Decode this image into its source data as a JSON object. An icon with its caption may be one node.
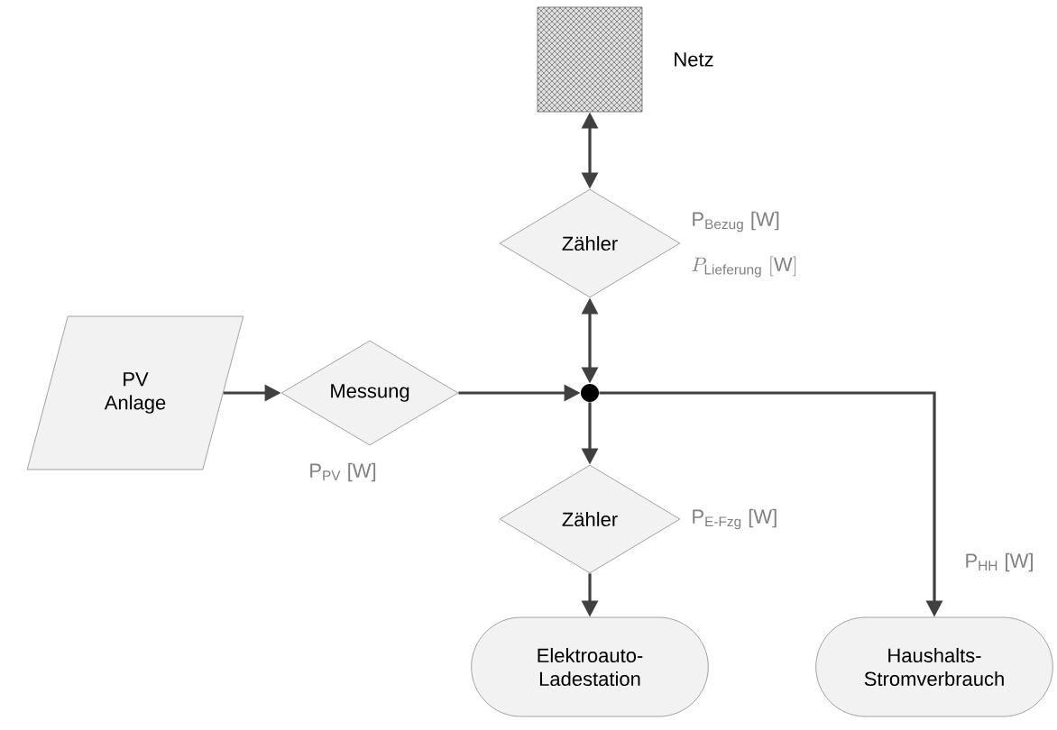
{
  "diagram": {
    "nodes": [
      {
        "text": [],
        "shape": "box",
        "beside": [
          "Netz"
        ]
      },
      {
        "text": [
          "Zähler"
        ],
        "beside": [
          "P$_{Bezug}$ [W]",
          "P_{\\mathrm{Lieferung}}\\ [\\mathrm{W}]"
        ]
      },
      {
        "text": [
          "PV Anlage"
        ]
      },
      {
        "text": [
          "Messung"
        ],
        "beside": [
          "P$_{PV}$ [W]"
        ]
      },
      {
        "text": [],
        "shape": "circle"
      },
      {
        "text": [
          "Zähler"
        ],
        "beside": [
          "P$_{E-Fzg}$ [W]"
        ]
      },
      {
        "text": [
          "Elektroauto-Ladestation"
        ]
      },
      {
        "text": [
          "Haushalts-Stromverbrauch"
        ]
      }
    ],
    "edges": [
      {
        "from": 0,
        "to": 1,
        "arrow": "both"
      },
      {
        "from": 1,
        "to": 4,
        "arrow": "both"
      },
      {
        "from": 2,
        "to": 3,
        "arrow": "to"
      },
      {
        "from": 3,
        "to": 4,
        "arrow": "to"
      },
      {
        "from": 4,
        "to": 5,
        "arrow": "to"
      },
      {
        "from": 5,
        "to": 6,
        "arrow": "to"
      },
      {
        "from": 4,
        "to": 7,
        "arrow": "to",
        "label": "P$_{HH}$ [W]"
      }
    ]
  }
}
